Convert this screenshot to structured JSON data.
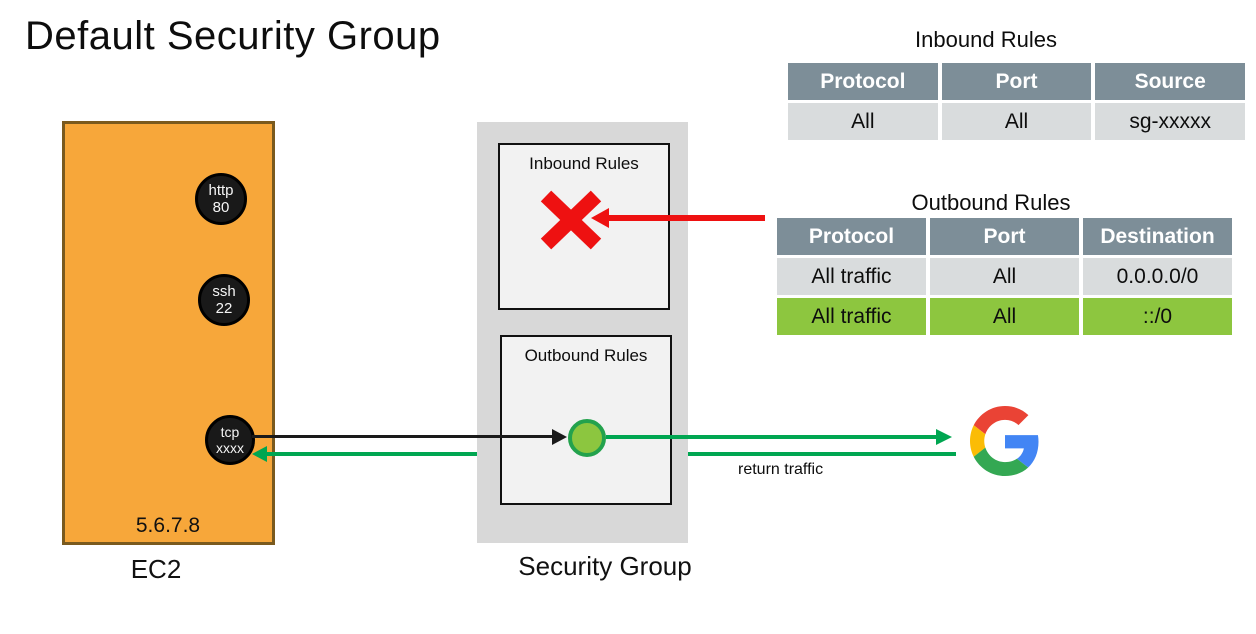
{
  "title": "Default Security Group",
  "ec2": {
    "label": "EC2",
    "ip": "5.6.7.8",
    "ports": [
      {
        "name": "http",
        "number": "80"
      },
      {
        "name": "ssh",
        "number": "22"
      },
      {
        "name": "tcp",
        "number": "xxxx"
      }
    ]
  },
  "security_group": {
    "label": "Security Group",
    "inbound_box_label": "Inbound Rules",
    "outbound_box_label": "Outbound Rules"
  },
  "flows": {
    "return_traffic_label": "return traffic",
    "blocked_icon": "red-x-icon",
    "allowed_icon": "green-circle-icon",
    "destination_icon": "google-logo-icon"
  },
  "inbound_table": {
    "title": "Inbound Rules",
    "headers": [
      "Protocol",
      "Port",
      "Source"
    ],
    "rows": [
      {
        "cells": [
          "All",
          "All",
          "sg-xxxxx"
        ],
        "highlight": false
      }
    ]
  },
  "outbound_table": {
    "title": "Outbound Rules",
    "headers": [
      "Protocol",
      "Port",
      "Destination"
    ],
    "rows": [
      {
        "cells": [
          "All traffic",
          "All",
          "0.0.0.0/0"
        ],
        "highlight": false
      },
      {
        "cells": [
          "All traffic",
          "All",
          "::/0"
        ],
        "highlight": true
      }
    ]
  },
  "colors": {
    "ec2_fill": "#F7A73A",
    "ec2_border": "#7A5A1E",
    "sg_fill": "#D8D8D8",
    "rule_box_fill": "#F2F2F2",
    "table_header_bg": "#7D8E98",
    "table_row_bg": "#D9DCDD",
    "table_row_highlight": "#8DC63F",
    "arrow_green": "#00A651",
    "arrow_red": "#EE1111",
    "arrow_black": "#1A1A1A"
  }
}
